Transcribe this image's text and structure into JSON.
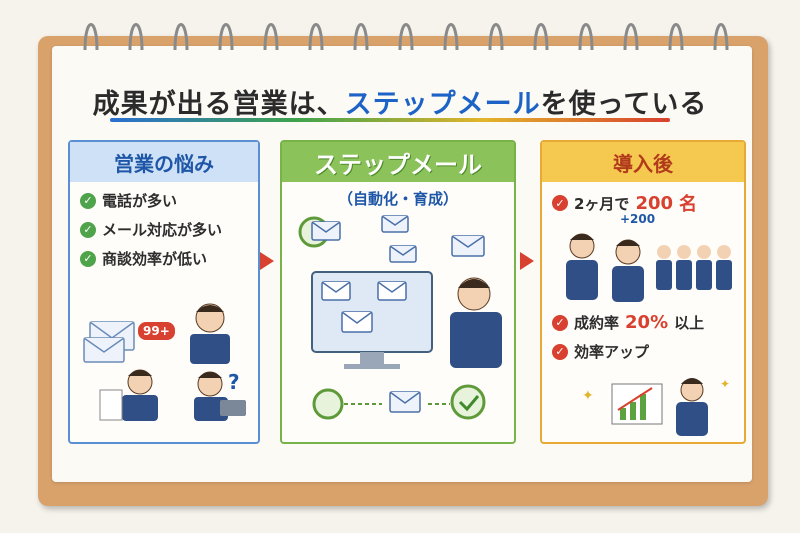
{
  "title": {
    "pre": "成果が出る営業は、",
    "highlight": "ステップメール",
    "post": "を使っている"
  },
  "panels": {
    "problems": {
      "heading": "営業の悩み",
      "items": [
        "電話が多い",
        "メール対応が多い",
        "商談効率が低い"
      ],
      "badge": "99+",
      "mark": "?"
    },
    "step_mail": {
      "heading": "ステップメール",
      "subheading": "（自動化・育成）"
    },
    "after": {
      "heading": "導入後",
      "items": [
        {
          "pre": "2ヶ月で",
          "num": "200",
          "post": "名"
        },
        {
          "pre": "成約率",
          "num": "20%",
          "post": "以上"
        },
        {
          "pre": "効率アップ",
          "num": "",
          "post": ""
        }
      ],
      "plus_label": "+200"
    }
  },
  "colors": {
    "blue": "#1d63c7",
    "green": "#78b34a",
    "orange": "#e8a935",
    "red": "#d8402f",
    "board": "#d9a26b"
  }
}
